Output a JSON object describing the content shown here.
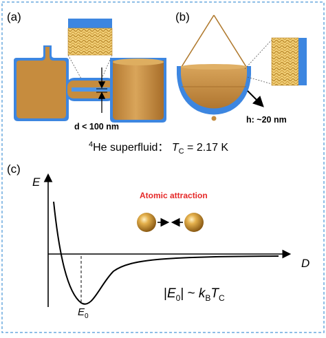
{
  "panel_a": {
    "label": "(a)",
    "gap_label": "d < 100 nm"
  },
  "panel_b": {
    "label": "(b)",
    "film_label": "h: ~20 nm"
  },
  "caption": {
    "sup_4": "4",
    "he_text": "He superfluid： ",
    "tc_symbol": "T",
    "tc_sub": "C",
    "tc_value": " = 2.17 K"
  },
  "panel_c": {
    "label": "(c)",
    "y_axis_label": "E",
    "x_axis_label": "D",
    "attraction_title": "Atomic attraction",
    "e0_label": "E",
    "e0_sub": "0",
    "relation": {
      "bar_open": "|",
      "e": "E",
      "e_sub": "0",
      "mid": "| ~ ",
      "k": "k",
      "k_sub": "B",
      "t": "T",
      "t_sub": "C"
    }
  },
  "colors": {
    "border": "#69a9dd",
    "gold": "#c68c3e",
    "gold_dark": "#9a6424",
    "helium_blue": "#3d86e0",
    "attraction_red": "#e52828"
  }
}
